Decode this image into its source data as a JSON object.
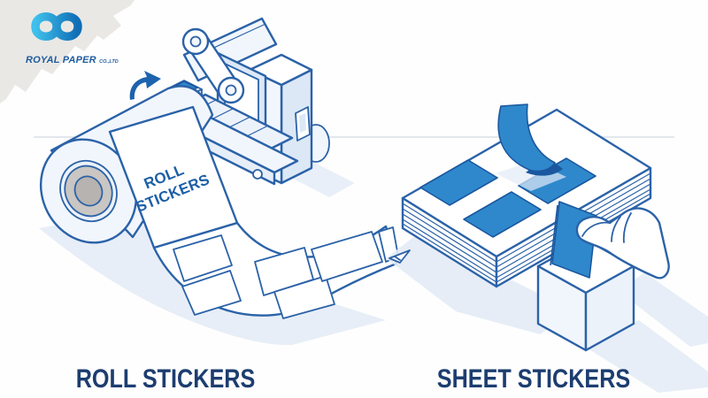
{
  "logo": {
    "brand": "ROYAL PAPER",
    "suffix": "CO.,LTD"
  },
  "roll_section": {
    "title": "ROLL STICKERS",
    "roll_label_line1": "ROLL",
    "roll_label_line2": "STICKERS"
  },
  "sheet_section": {
    "title": "SHEET STICKERS"
  },
  "colors": {
    "outline_blue": "#2b62a8",
    "sticker_blue": "#2f88cb",
    "sticker_blue_dark": "#1a579f",
    "arrow_blue": "#1d63ae",
    "fill_light_blue": "#e6eef8",
    "shadow_blue": "#e3ebf6",
    "title_navy": "#1c3d70",
    "logo_cyan": "#3fc0ec",
    "logo_blue": "#0f6db5",
    "corner_gray": "#e9e8e5",
    "core_gray": "#c9c6c3",
    "core_gray_dark": "#b7b3b0",
    "background": "#fefefe"
  }
}
